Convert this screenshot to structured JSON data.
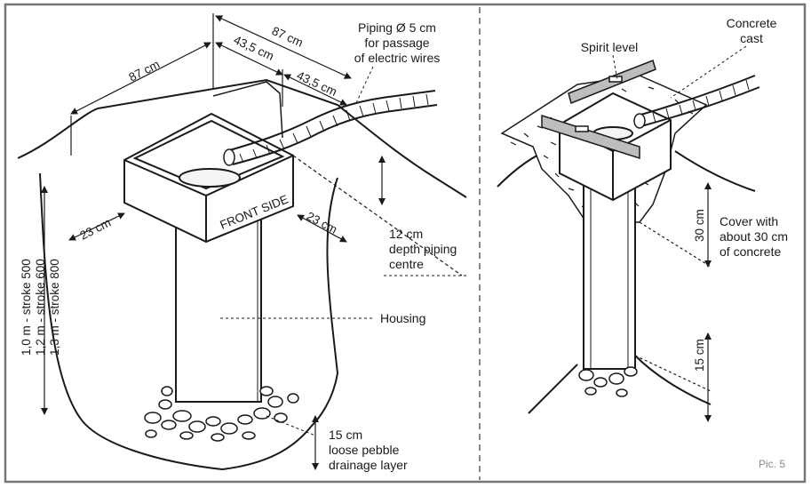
{
  "left_panel": {
    "dim_87_top": "87 cm",
    "dim_87_left": "87 cm",
    "dim_43_a": "43,5 cm",
    "dim_43_b": "43,5 cm",
    "piping_lines": [
      "Piping Ø 5 cm",
      "for passage",
      "of electric wires"
    ],
    "front_side": "FRONT SIDE",
    "dim_23_left": "23 cm",
    "dim_23_right": "23 cm",
    "depth_lines": [
      "12 cm",
      "depth piping",
      "centre"
    ],
    "housing": "Housing",
    "height_lines": [
      "1,0 m - stroke 500",
      "1,2 m - stroke 600",
      "1,3 m - stroke 800"
    ],
    "pebble_lines": [
      "15 cm",
      "loose pebble",
      "drainage layer"
    ]
  },
  "right_panel": {
    "concrete_lines": [
      "Concrete",
      "cast"
    ],
    "spirit_level": "Spirit level",
    "cover_lines": [
      "Cover with",
      "about 30 cm",
      "of concrete"
    ],
    "dim_30": "30 cm",
    "dim_15": "15 cm",
    "pic_label": "Pic. 5"
  },
  "colors": {
    "ink": "#1a1a1a",
    "frame": "#777777",
    "pic_label": "#8a8a8a"
  }
}
